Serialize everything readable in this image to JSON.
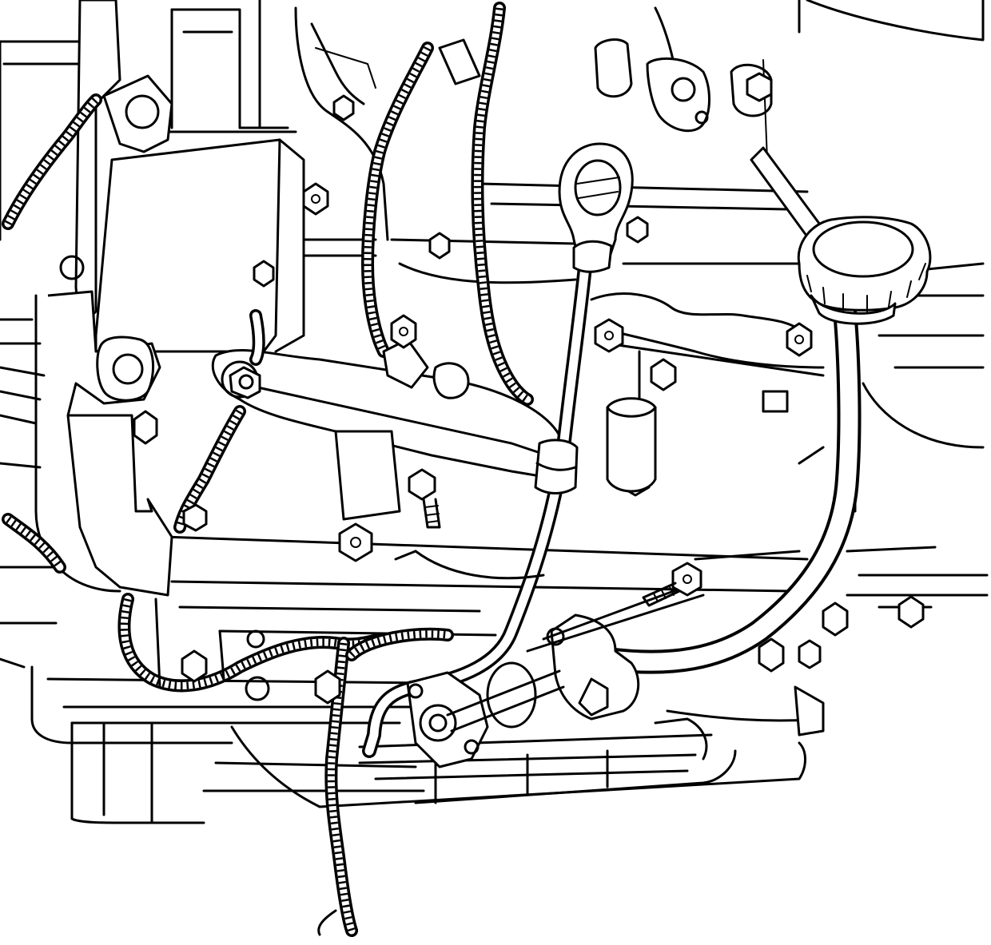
{
  "diagram": {
    "style": "black line-art technical illustration",
    "colors": {
      "line": "#000000",
      "background": "#ffffff"
    },
    "parts": [
      "engine-block",
      "transmission-pan",
      "wiring-harness-loom",
      "oil-level-indicator-tube",
      "oil-level-dipstick-handle",
      "oil-fill-tube",
      "oil-fill-cap",
      "tube-mounting-bracket",
      "tube-flange",
      "tube-retaining-bolt",
      "support-bracket-arm",
      "hex-bolts"
    ]
  }
}
